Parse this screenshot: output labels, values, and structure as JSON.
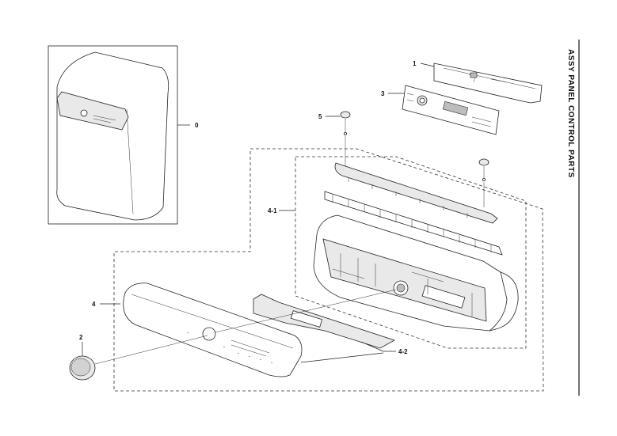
{
  "title": "ASSY PANEL CONTROL PARTS",
  "callouts": {
    "c0": "0",
    "c1": "1",
    "c2": "2",
    "c3": "3",
    "c4": "4",
    "c4_1": "4-1",
    "c4_2": "4-2",
    "c5": "5"
  },
  "parts": [
    {
      "ref": "0",
      "icon": "washer-cabinet-icon"
    },
    {
      "ref": "1",
      "icon": "pcb-bracket-icon"
    },
    {
      "ref": "2",
      "icon": "knob-cap-icon"
    },
    {
      "ref": "3",
      "icon": "display-pcb-icon"
    },
    {
      "ref": "4",
      "icon": "control-panel-assembly-icon"
    },
    {
      "ref": "4-1",
      "icon": "panel-frame-icon"
    },
    {
      "ref": "4-2",
      "icon": "window-film-icon"
    },
    {
      "ref": "5",
      "icon": "cap-screw-icon"
    }
  ],
  "colors": {
    "line": "#222222",
    "background": "#ffffff",
    "shade": "#e9e9e9"
  }
}
